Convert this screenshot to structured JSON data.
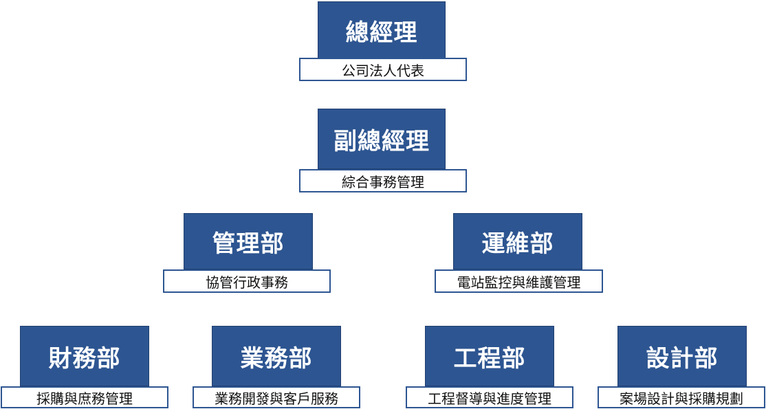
{
  "nodes": {
    "gm": {
      "title": "總經理",
      "desc": "公司法人代表"
    },
    "dgm": {
      "title": "副總經理",
      "desc": "綜合事務管理"
    },
    "admin": {
      "title": "管理部",
      "desc": "協管行政事務"
    },
    "ops": {
      "title": "運維部",
      "desc": "電站監控與維護管理"
    },
    "finance": {
      "title": "財務部",
      "desc": "採購與庶務管理"
    },
    "business": {
      "title": "業務部",
      "desc": "業務開發與客戶服務"
    },
    "engineering": {
      "title": "工程部",
      "desc": "工程督導與進度管理"
    },
    "design": {
      "title": "設計部",
      "desc": "案場設計與採購規劃"
    }
  },
  "colors": {
    "title_bg": "#2d5591",
    "title_text": "#ffffff",
    "desc_border": "#2d5591",
    "desc_text": "#111111"
  }
}
